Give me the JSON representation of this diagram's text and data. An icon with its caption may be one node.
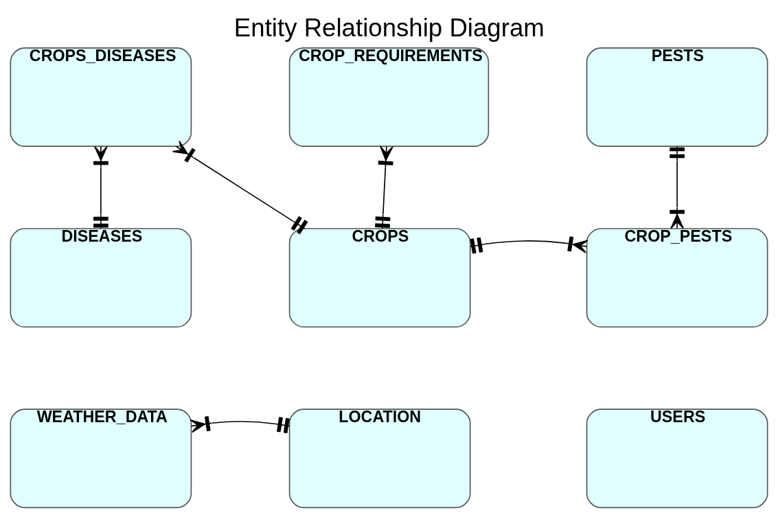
{
  "diagram": {
    "title": "Entity Relationship Diagram",
    "nodes": [
      {
        "text": [
          "CROPS_DISEASES"
        ]
      },
      {
        "text": [
          "CROP_REQUIREMENTS"
        ]
      },
      {
        "text": [
          "PESTS"
        ]
      },
      {
        "text": [
          "DISEASES"
        ]
      },
      {
        "text": [
          "CROPS"
        ]
      },
      {
        "text": [
          "CROP_PESTS"
        ]
      },
      {
        "text": [
          "WEATHER_DATA"
        ]
      },
      {
        "text": [
          "LOCATION"
        ]
      },
      {
        "text": [
          "USERS"
        ]
      }
    ],
    "edges": [
      {
        "from": 0,
        "to": 3,
        "arrow": "other"
      },
      {
        "from": 0,
        "to": 4,
        "arrow": "other"
      },
      {
        "from": 1,
        "to": 4,
        "arrow": "other"
      },
      {
        "from": 2,
        "to": 5,
        "arrow": "other"
      },
      {
        "from": 4,
        "to": 5,
        "arrow": "other"
      },
      {
        "from": 6,
        "to": 7,
        "arrow": "other"
      }
    ]
  }
}
